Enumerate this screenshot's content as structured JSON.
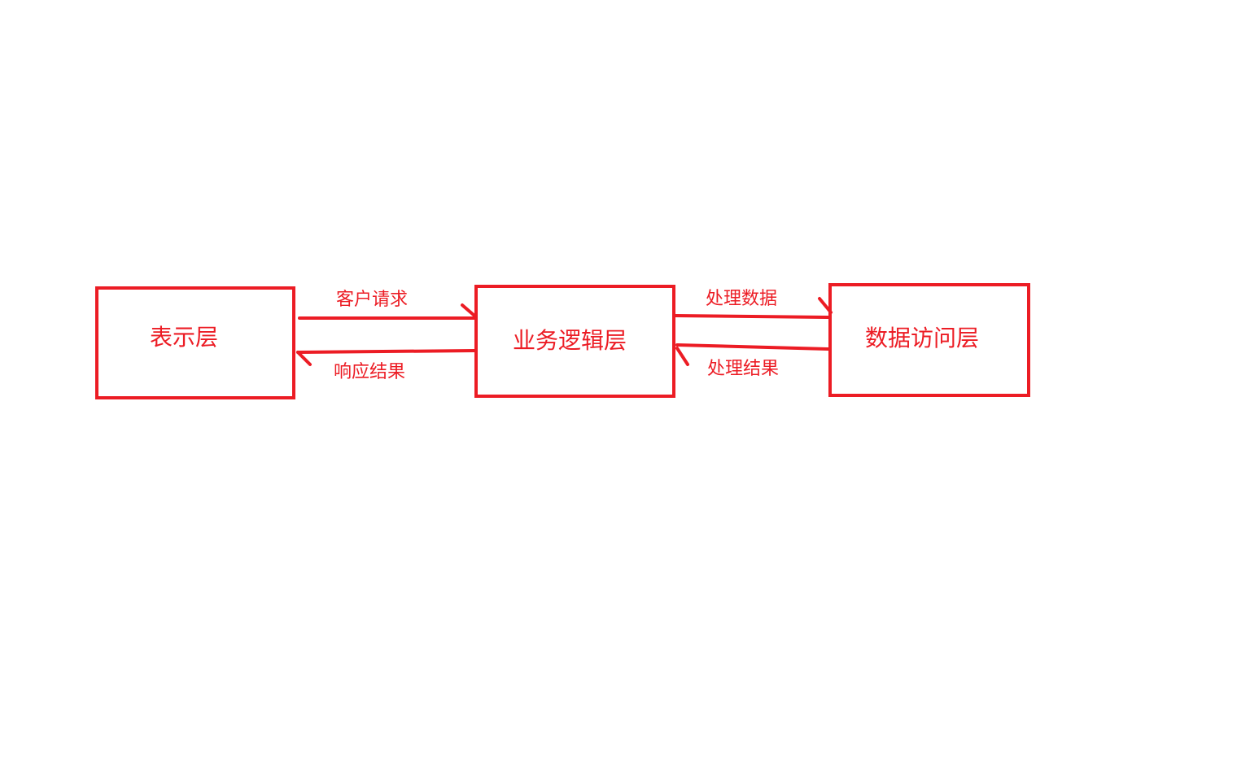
{
  "colors": {
    "stroke": "#ec1c24",
    "text": "#ec1c24",
    "background": "#ffffff"
  },
  "boxes": {
    "presentation": {
      "label": "表示层"
    },
    "business": {
      "label": "业务逻辑层"
    },
    "data_access": {
      "label": "数据访问层"
    }
  },
  "edges": {
    "client_request": {
      "label": "客户请求"
    },
    "response_result": {
      "label": "响应结果"
    },
    "process_data": {
      "label": "处理数据"
    },
    "process_result": {
      "label": "处理结果"
    }
  }
}
